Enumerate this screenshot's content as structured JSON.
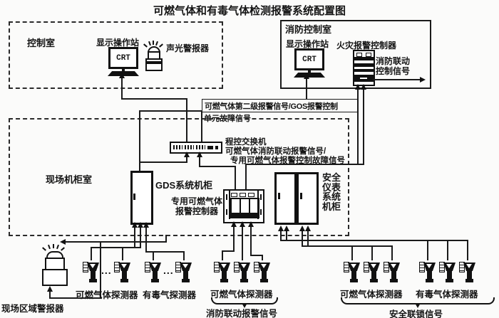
{
  "title": "可燃气体和有毒气体检测报警系统配置图",
  "control_room": {
    "label": "控制室",
    "operator_station": "显示操作站",
    "crt": "CRT",
    "sound_light_alarm": "声光警报器"
  },
  "fire_control_room": {
    "label": "消防控制室",
    "operator_station": "显示操作站",
    "crt": "CRT",
    "fire_alarm_controller": "火灾报警控制器",
    "linkage_signal_line1": "消防联动",
    "linkage_signal_line2": "控制信号"
  },
  "signals": {
    "second_level_line1": "可燃气体第二级报警信号/GOS报警控制",
    "second_level_line2": "单元故障信号",
    "pbx": "程控交换机",
    "pbx_line2": "可燃气体消防联动报警信号/",
    "pbx_line3": "专用可燃气体报警控制故障信号"
  },
  "field_cabinet_room": {
    "label": "现场机柜室",
    "gds_cabinet": "GDS系统机柜",
    "dedicated_controller_line1": "专用可燃气体",
    "dedicated_controller_line2": "报警控制器",
    "safety_cabinet_rows": [
      "安全",
      "仪表",
      "系统",
      "机柜"
    ]
  },
  "bottom": {
    "area_alarm": "现场区域警报器",
    "left_flammable": "可燃气体探测器",
    "left_toxic": "有毒气探测器",
    "mid_flammable": "可燃气体探测器",
    "mid_signal": "消防联动报警信号",
    "right_flammable": "可燃气体探测器",
    "right_toxic": "有毒气体探测器",
    "right_signal": "安全联锁信号",
    "ellipsis": "..."
  },
  "icons": {
    "crt_monitor": "crt-monitor-icon",
    "beacon": "sound-light-beacon-icon",
    "fire_alarm_controller": "fire-alarm-controller-icon",
    "network_switch": "pbx-switch-icon",
    "cabinet": "equipment-cabinet-icon",
    "gas_detector": "gas-detector-icon"
  },
  "colors": {
    "line": "#1a1a1a",
    "background": "#fbfbfa"
  }
}
